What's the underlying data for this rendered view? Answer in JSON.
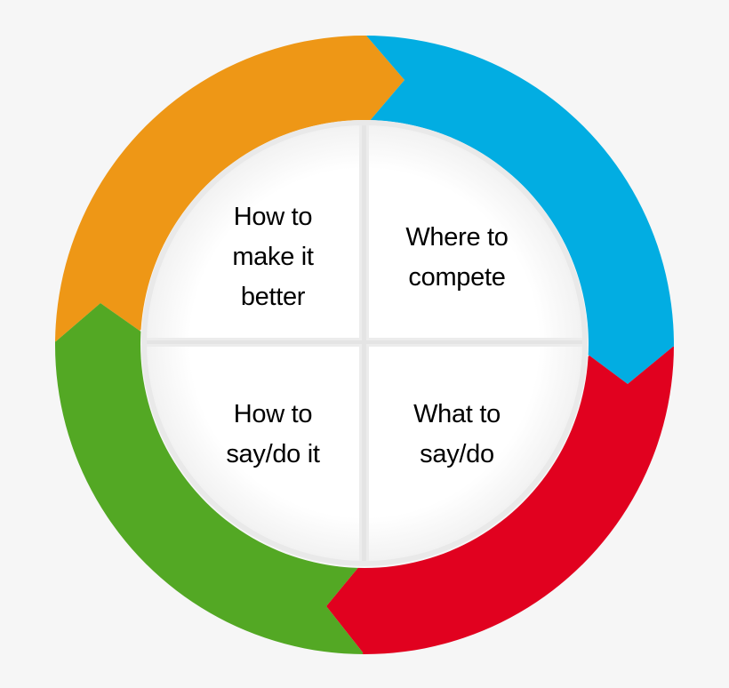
{
  "diagram": {
    "type": "cycle-wheel",
    "center_hub": {
      "quadrants": [
        {
          "position": "top-left",
          "label": "How to\nmake it\nbetter"
        },
        {
          "position": "top-right",
          "label": "Where to\ncompete"
        },
        {
          "position": "bottom-left",
          "label": "How to\nsay/do it"
        },
        {
          "position": "bottom-right",
          "label": "What to\nsay/do"
        }
      ]
    },
    "ring_segments": [
      {
        "name": "orange-arrow",
        "color": "#ee9716",
        "points_to": "blue-arrow"
      },
      {
        "name": "blue-arrow",
        "color": "#02ade2",
        "points_to": "red-arrow"
      },
      {
        "name": "red-arrow",
        "color": "#e1011f",
        "points_to": "green-arrow"
      },
      {
        "name": "green-arrow",
        "color": "#53a824",
        "points_to": "orange-arrow"
      }
    ],
    "colors": {
      "background": "#f6f6f6",
      "hub_fill": "#ffffff",
      "hub_border": "#e9e9e9",
      "text": "#000000"
    }
  }
}
